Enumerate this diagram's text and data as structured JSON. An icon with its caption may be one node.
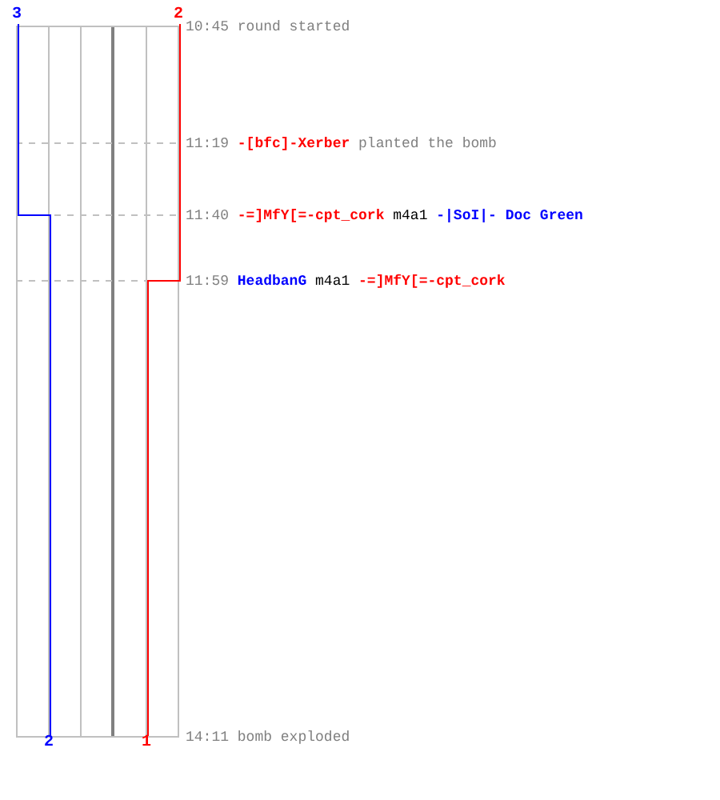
{
  "diagram": {
    "nodes": [
      {
        "text": [
          "3"
        ]
      },
      {
        "text": [
          "2"
        ]
      },
      {
        "text": [
          "2"
        ]
      },
      {
        "text": [
          "1"
        ]
      }
    ],
    "edges": [
      {
        "from": 0,
        "to": 2,
        "arrow": "none",
        "color": "#0000ff"
      },
      {
        "from": 1,
        "to": 3,
        "arrow": "none",
        "color": "#ff0000"
      }
    ],
    "labels": [
      "10:45",
      "round started",
      "11:19",
      "-[bfc]-Xerber",
      "planted the bomb",
      "11:40",
      "-=]MfY[=-cpt_cork",
      "m4a1",
      "-|SoI|- Doc Green",
      "11:59",
      "HeadbanG",
      "m4a1",
      "-=]MfY[=-cpt_cork",
      "14:11",
      "bomb exploded"
    ]
  }
}
